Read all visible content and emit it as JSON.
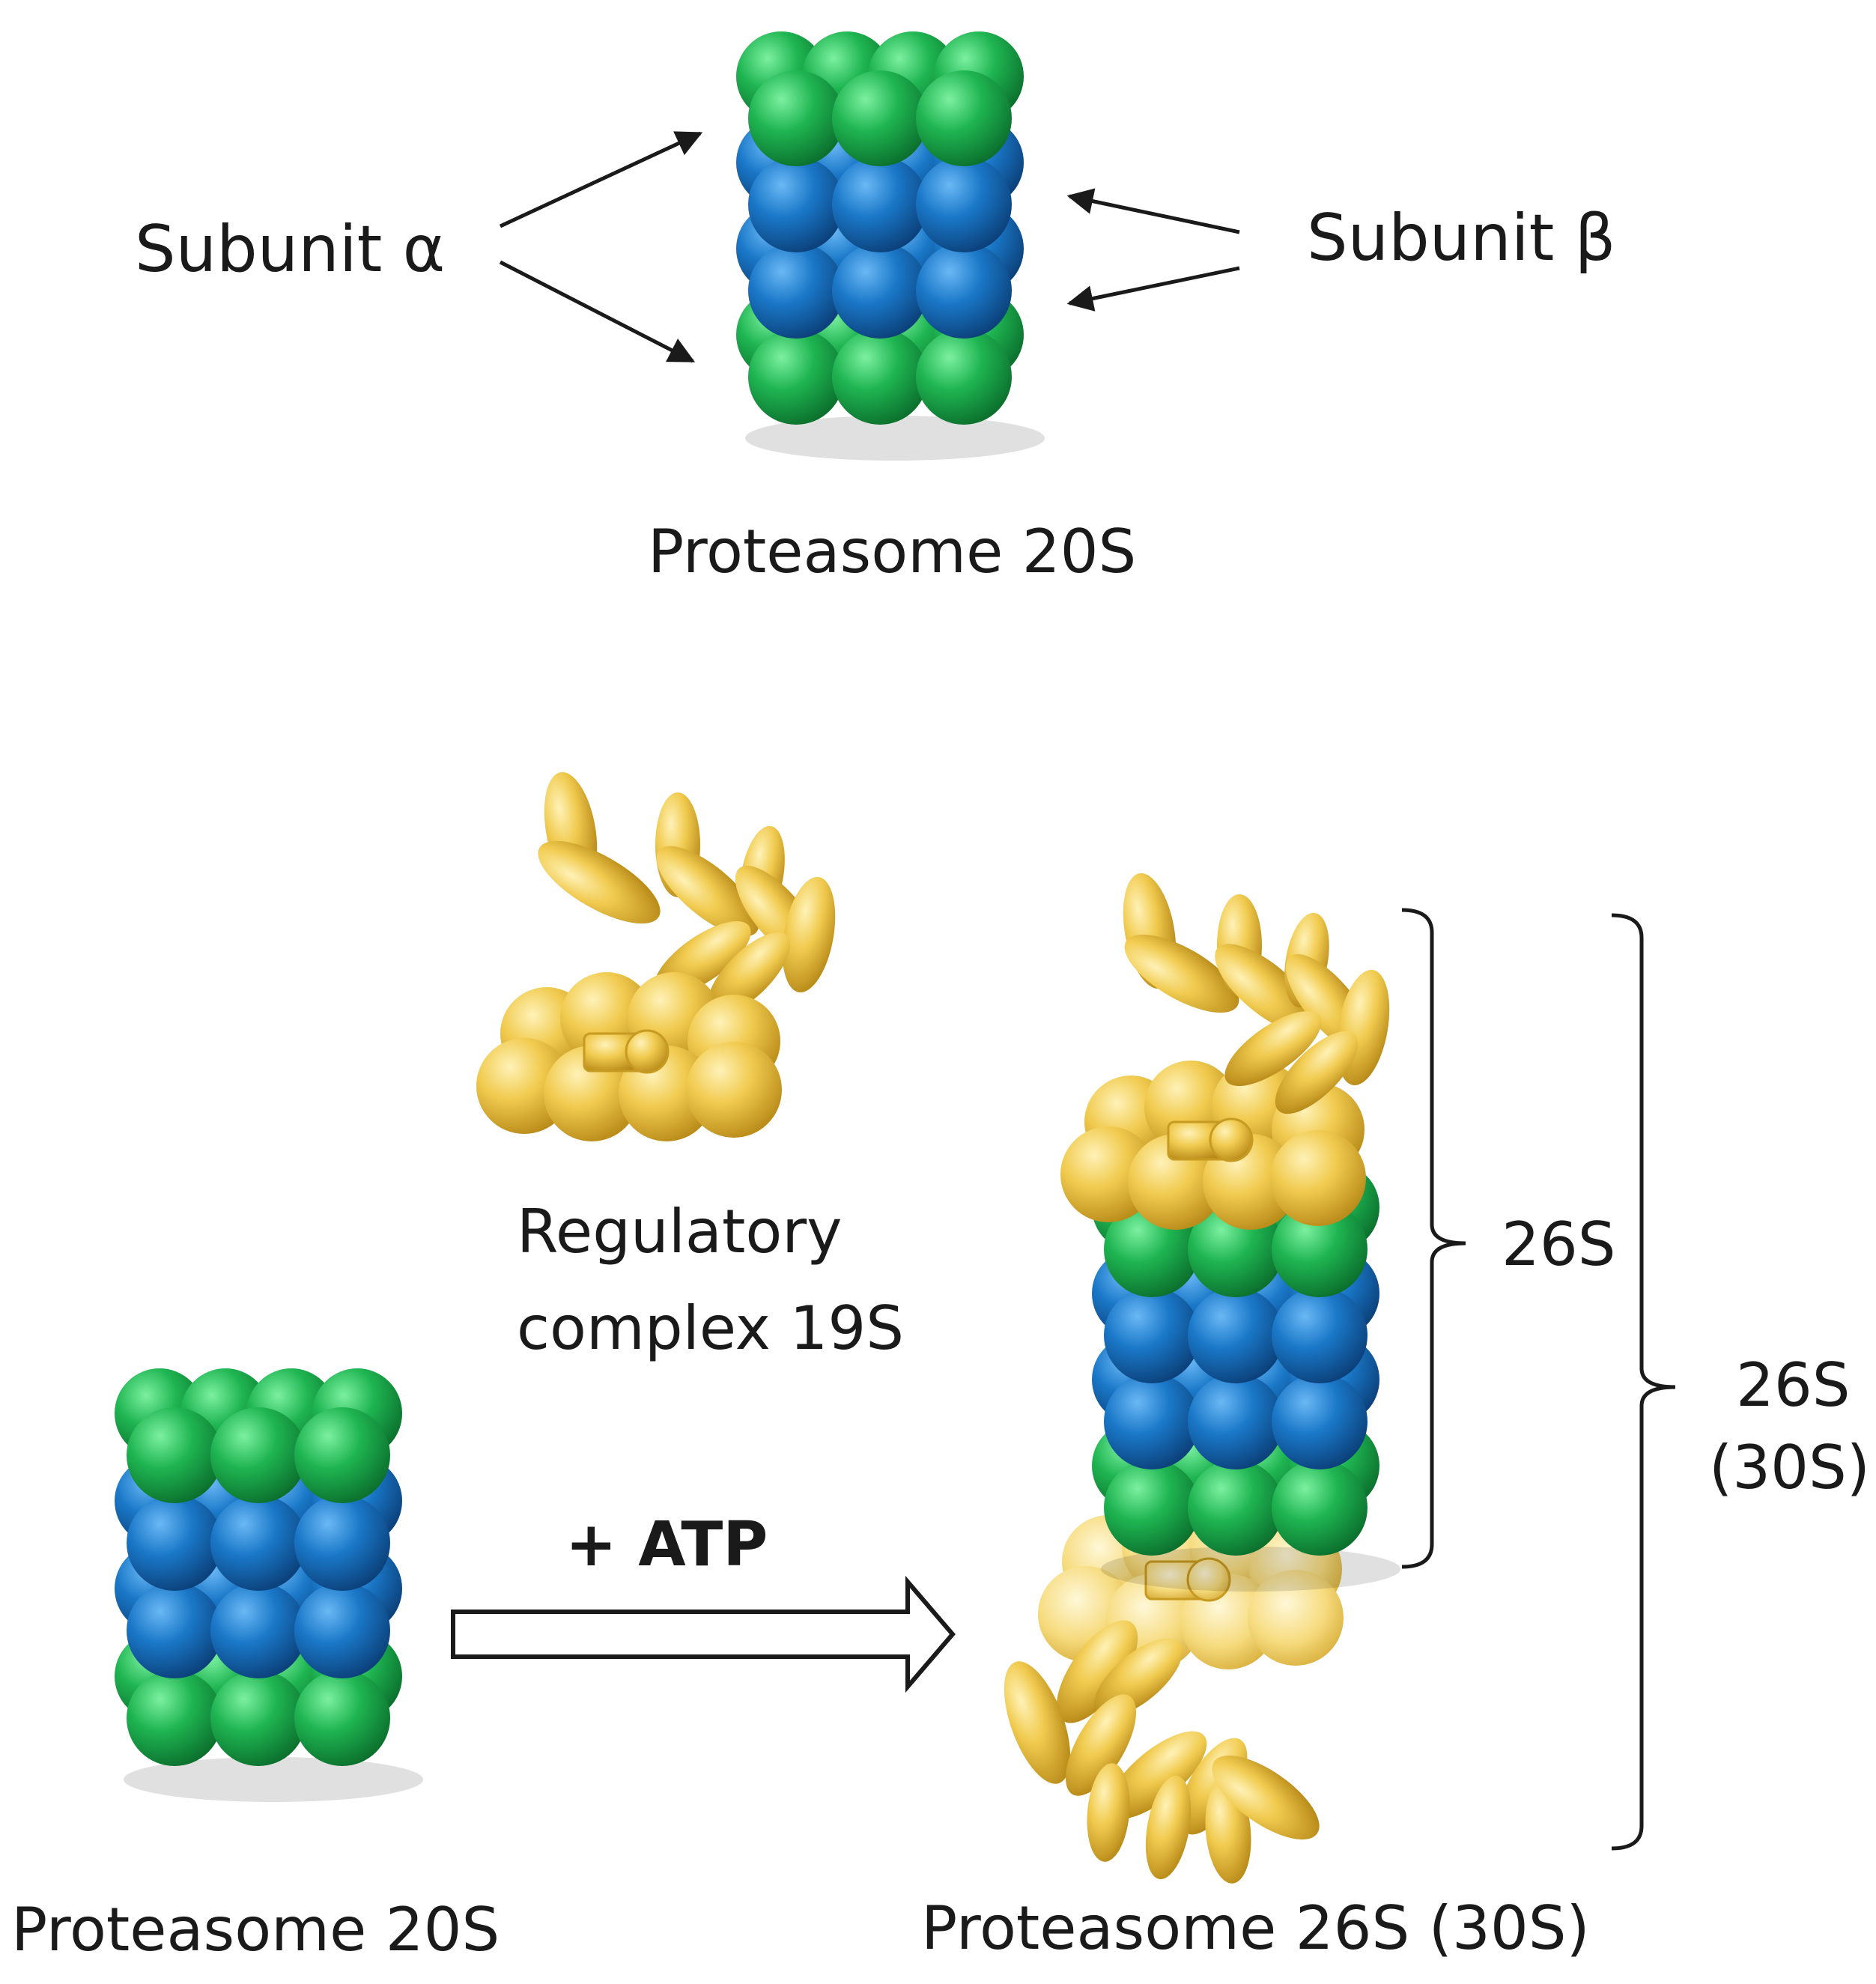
{
  "labels": {
    "subunit_alpha": "Subunit α",
    "subunit_beta": "Subunit β",
    "proteasome_20s_top": "Proteasome 20S",
    "regulatory_line1": "Regulatory",
    "regulatory_line2": "complex 19S",
    "plus_atp": "+ ATP",
    "proteasome_20s_bottom": "Proteasome 20S",
    "proteasome_26s_30s": "Proteasome 26S (30S)",
    "bracket_26s": "26S",
    "bracket_26s_outer": "26S",
    "bracket_30s_outer": "(30S)"
  },
  "colors": {
    "alpha_subunit": "#19a84a",
    "beta_subunit": "#1672c2",
    "regulatory_19s": "#eec544",
    "line": "#1a1a1a"
  }
}
